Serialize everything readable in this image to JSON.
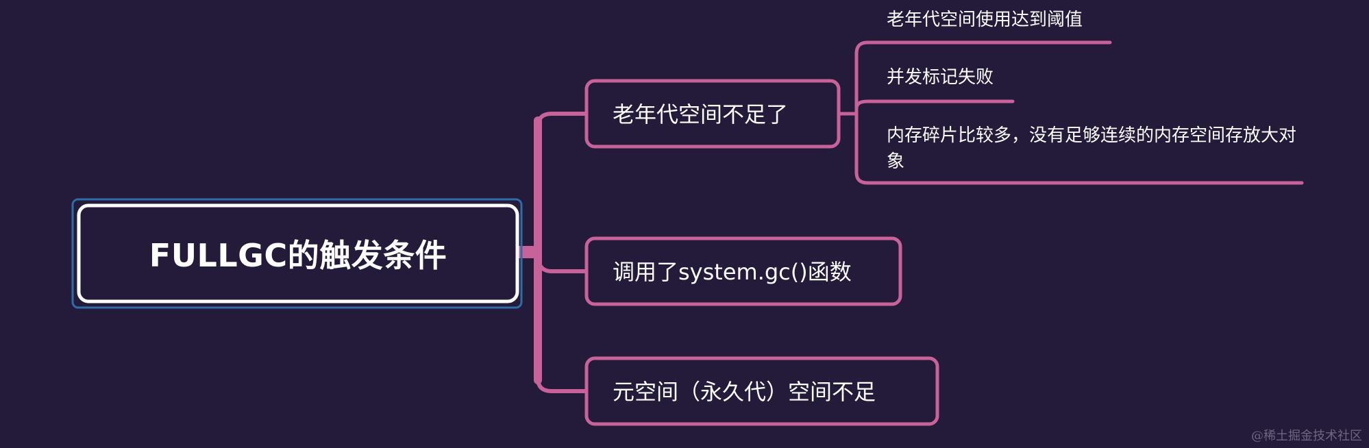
{
  "mindmap": {
    "root": {
      "label": "FULLGC的触发条件"
    },
    "branches": [
      {
        "label": "老年代空间不足了",
        "children": [
          {
            "label": "老年代空间使用达到阈值"
          },
          {
            "label": "并发标记失败"
          },
          {
            "label": "内存碎片比较多，没有足够连续的内存空间存放大对象"
          }
        ]
      },
      {
        "label": "调用了system.gc()函数"
      },
      {
        "label": "元空间（永久代）空间不足"
      }
    ]
  },
  "watermark": "@稀土掘金技术社区",
  "colors": {
    "background": "#241a39",
    "connector": "#c8629a",
    "root_border": "#ffffff",
    "root_outer_border": "#2e6da8",
    "text": "#ffffff"
  }
}
